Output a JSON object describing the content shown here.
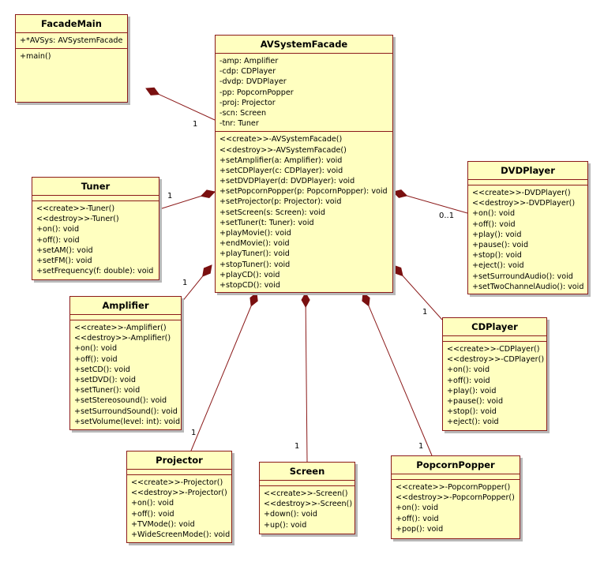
{
  "classes": {
    "facade_main": {
      "name": "FacadeMain",
      "attributes": [
        "+*AVSys: AVSystemFacade"
      ],
      "operations": [
        "+main()"
      ]
    },
    "av_system_facade": {
      "name": "AVSystemFacade",
      "attributes": [
        "-amp: Amplifier",
        "-cdp: CDPlayer",
        "-dvdp: DVDPlayer",
        "-pp: PopcornPopper",
        "-proj: Projector",
        "-scn: Screen",
        "-tnr: Tuner"
      ],
      "operations": [
        "<<create>>-AVSystemFacade()",
        "<<destroy>>-AVSystemFacade()",
        "+setAmplifier(a: Amplifier): void",
        "+setCDPlayer(c: CDPlayer): void",
        "+setDVDPlayer(d: DVDPlayer): void",
        "+setPopcornPopper(p: PopcornPopper): void",
        "+setProjector(p: Projector): void",
        "+setScreen(s: Screen): void",
        "+setTuner(t: Tuner): void",
        "+playMovie(): void",
        "+endMovie(): void",
        "+playTuner(): void",
        "+stopTuner(): void",
        "+playCD(): void",
        "+stopCD(): void"
      ]
    },
    "tuner": {
      "name": "Tuner",
      "operations": [
        "<<create>>-Tuner()",
        "<<destroy>>-Tuner()",
        "+on(): void",
        "+off(): void",
        "+setAM(): void",
        "+setFM(): void",
        "+setFrequency(f: double): void"
      ]
    },
    "dvd_player": {
      "name": "DVDPlayer",
      "operations": [
        "<<create>>-DVDPlayer()",
        "<<destroy>>-DVDPlayer()",
        "+on(): void",
        "+off(): void",
        "+play(): void",
        "+pause(): void",
        "+stop(): void",
        "+eject(): void",
        "+setSurroundAudio(): void",
        "+setTwoChannelAudio(): void"
      ]
    },
    "amplifier": {
      "name": "Amplifier",
      "operations": [
        "<<create>>-Amplifier()",
        "<<destroy>>-Amplifier()",
        "+on(): void",
        "+off(): void",
        "+setCD(): void",
        "+setDVD(): void",
        "+setTuner(): void",
        "+setStereosound(): void",
        "+setSurroundSound(): void",
        "+setVolume(level: int): void"
      ]
    },
    "cd_player": {
      "name": "CDPlayer",
      "operations": [
        "<<create>>-CDPlayer()",
        "<<destroy>>-CDPlayer()",
        "+on(): void",
        "+off(): void",
        "+play(): void",
        "+pause(): void",
        "+stop(): void",
        "+eject(): void"
      ]
    },
    "projector": {
      "name": "Projector",
      "operations": [
        "<<create>>-Projector()",
        "<<destroy>>-Projector()",
        "+on(): void",
        "+off(): void",
        "+TVMode(): void",
        "+WideScreenMode(): void"
      ]
    },
    "screen": {
      "name": "Screen",
      "operations": [
        "<<create>>-Screen()",
        "<<destroy>>-Screen()",
        "+down(): void",
        "+up(): void"
      ]
    },
    "popcorn_popper": {
      "name": "PopcornPopper",
      "operations": [
        "<<create>>-PopcornPopper()",
        "<<destroy>>-PopcornPopper()",
        "+on(): void",
        "+off(): void",
        "+pop(): void"
      ]
    }
  },
  "associations": [
    {
      "from": "facade_main",
      "to": "av_system_facade",
      "multiplicity": "1"
    },
    {
      "from": "av_system_facade",
      "to": "tuner",
      "multiplicity": "1"
    },
    {
      "from": "av_system_facade",
      "to": "dvd_player",
      "multiplicity": "0..1"
    },
    {
      "from": "av_system_facade",
      "to": "amplifier",
      "multiplicity": "1"
    },
    {
      "from": "av_system_facade",
      "to": "cd_player",
      "multiplicity": "1"
    },
    {
      "from": "av_system_facade",
      "to": "projector",
      "multiplicity": "1"
    },
    {
      "from": "av_system_facade",
      "to": "screen",
      "multiplicity": "1"
    },
    {
      "from": "av_system_facade",
      "to": "popcorn_popper",
      "multiplicity": "1"
    }
  ],
  "colors": {
    "class_fill": "#ffffc0",
    "border": "#8b1a1a",
    "connector": "#8b1a1a",
    "diamond": "#7a1010",
    "shadow": "#b8b8b8"
  }
}
